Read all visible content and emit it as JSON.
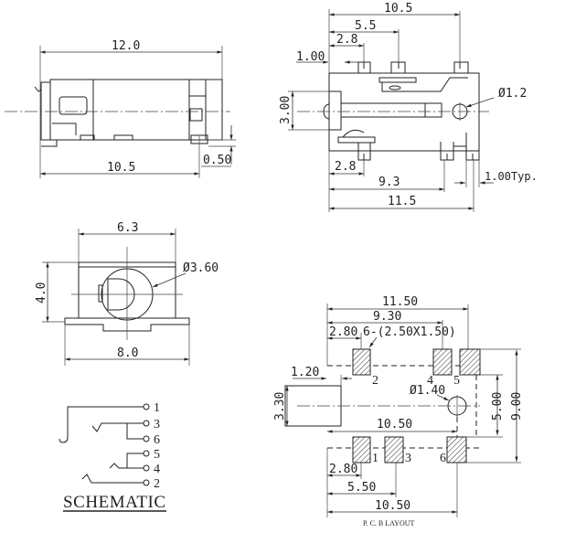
{
  "side_view": {
    "width": "12.0",
    "pcb_span": "10.5",
    "standoff": "0.50"
  },
  "top_view": {
    "length": "10.5",
    "pin_mid": "5.5",
    "pin_first": "2.8",
    "offset": "1.00",
    "plug_height": "3.00",
    "hole": "Ø1.2",
    "bottom_first": "2.8",
    "bottom_mid": "9.3",
    "overall": "11.5",
    "pin_width": "1.00Typ."
  },
  "front_view": {
    "width": "6.3",
    "height": "4.0",
    "bore": "Ø3.60",
    "flange": "8.0"
  },
  "schematic": {
    "title": "SCHEMATIC",
    "pins": [
      "1",
      "3",
      "6",
      "5",
      "4",
      "2"
    ]
  },
  "pcb_layout": {
    "title": "P. C. B  LAYOUT",
    "overall": "11.50",
    "pad_span": "9.30",
    "pad_first": "2.80",
    "pad_spec": "6-(2.50X1.50)",
    "edge": "1.20",
    "plug_height": "3.30",
    "hole": "Ø1.40",
    "hole_dist": "10.50",
    "pad_row": "5.00",
    "total_height": "9.00",
    "bottom_first": "2.80",
    "bottom_mid": "5.50",
    "bottom_last": "10.50",
    "pad_labels": [
      "2",
      "4",
      "5",
      "1",
      "3",
      "6"
    ]
  }
}
